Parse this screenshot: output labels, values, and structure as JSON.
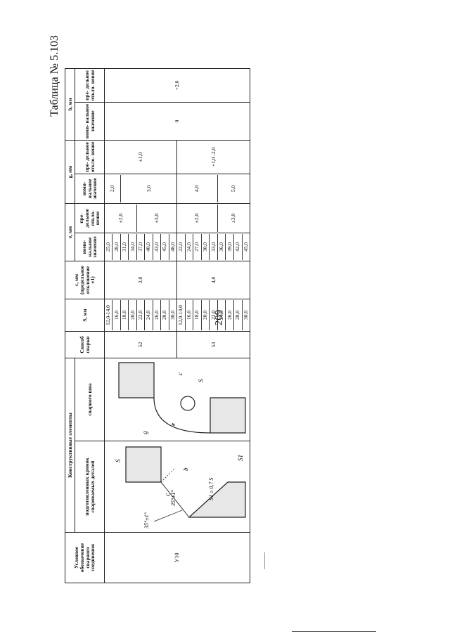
{
  "page_number": "209",
  "table_title": "Таблица № 5.103",
  "headers": {
    "designation": "Условное обозначение сварного соединения",
    "constructive": "Конструктивные элементы",
    "prepared_edges": "подготовленных кромок свариваемых деталей",
    "weld": "сварного шва",
    "method": "Способ сварки",
    "s": "S, мм",
    "c": "c, мм (предельное отклонение ±1)",
    "e": "e, мм",
    "g": "g, мм",
    "b": "b, мм",
    "nominal": "номи- нальное значение",
    "limit": "пре- дельное откло- нение"
  },
  "designation": "У10",
  "b_nominal": "0",
  "b_limit": "+2,0",
  "groups": [
    {
      "method": "52",
      "c": "2,0",
      "s_values": [
        "12,0-14,0",
        "16,0",
        "18,0",
        "20,0",
        "22,0",
        "24,0",
        "26,0",
        "28,0",
        "30,0"
      ],
      "e_values": [
        "25,0",
        "28,0",
        "31,0",
        "34,0",
        "37,0",
        "40,0",
        "43,0",
        "45,0",
        "48,0"
      ],
      "e_limits": [
        "±2,0",
        "±3,0"
      ],
      "g_values": [
        "2,0",
        "3,0"
      ],
      "g_limit": "±1,0"
    },
    {
      "method": "53",
      "c": "4,0",
      "s_values": [
        "12,0-14,0",
        "16,0",
        "18,0",
        "20,0",
        "22,0",
        "24,0",
        "26,0",
        "28,0",
        "30,0"
      ],
      "e_values": [
        "22,0",
        "24,0",
        "27,0",
        "30,0",
        "33,0",
        "36,0",
        "39,0",
        "42,0",
        "45,0"
      ],
      "e_limits": [
        "±2,0",
        "±3,0"
      ],
      "g_values": [
        "4,0",
        "5,0"
      ],
      "g_limit": "+1,0 -2,0"
    }
  ],
  "drawing_labels": {
    "angle_top": "35°±1°",
    "angle_left": "35°±1°",
    "s": "S",
    "s1": "S1",
    "s1_rule": "S1 ≥ 0,7 S",
    "b": "b",
    "c": "c",
    "e": "e",
    "g": "g"
  }
}
